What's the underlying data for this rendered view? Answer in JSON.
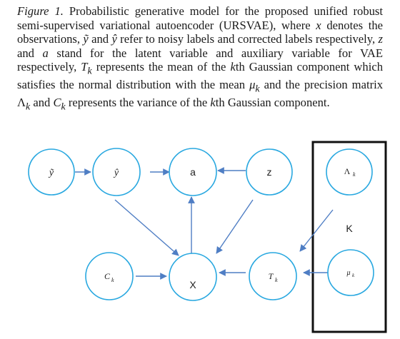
{
  "caption": {
    "figure_label": "Figure 1.",
    "text": " Probabilistic generative model for the proposed unified robust semi-supervised variational autoencoder (URSVAE), where ",
    "seg1_var": "x",
    "seg1": " denotes the observations, ",
    "seg2_var": "ỹ",
    "seg2": " and ",
    "seg3_var": "ŷ",
    "seg3": " refer to noisy labels and corrected labels respectively, ",
    "seg4_var": "z",
    "seg4": " and ",
    "seg5_var": "a",
    "seg5": " stand for the latent variable and auxiliary variable for VAE respectively, ",
    "seg6_var": "T",
    "seg6_sub": "k",
    "seg6": " represents the mean of the ",
    "seg7_var": "k",
    "seg7": "th Gaussian component which satisfies the normal distribution with the mean ",
    "seg8_var": "μ",
    "seg8_sub": "k",
    "seg8": " and the precision matrix ",
    "seg9_var": "Λ",
    "seg9_sub": "k",
    "seg9": " and ",
    "seg10_var": "C",
    "seg10_sub": "k",
    "seg10": " represents the variance of the ",
    "seg11_var": "k",
    "seg11": "th Gaussian component."
  },
  "diagram": {
    "colors": {
      "node_stroke": "#29a8e0",
      "edge": "#4f7ec4",
      "box": "#111111"
    },
    "nodes": {
      "y_tilde": "ỹ",
      "y_hat": "ŷ",
      "a": "a",
      "z": "z",
      "lambda": "Λ",
      "lambda_sub": "k",
      "c": "C",
      "c_sub": "k",
      "x": "X",
      "t": "T",
      "t_sub": "k",
      "mu": "μ",
      "mu_sub": "k"
    },
    "plate_label": "K"
  }
}
